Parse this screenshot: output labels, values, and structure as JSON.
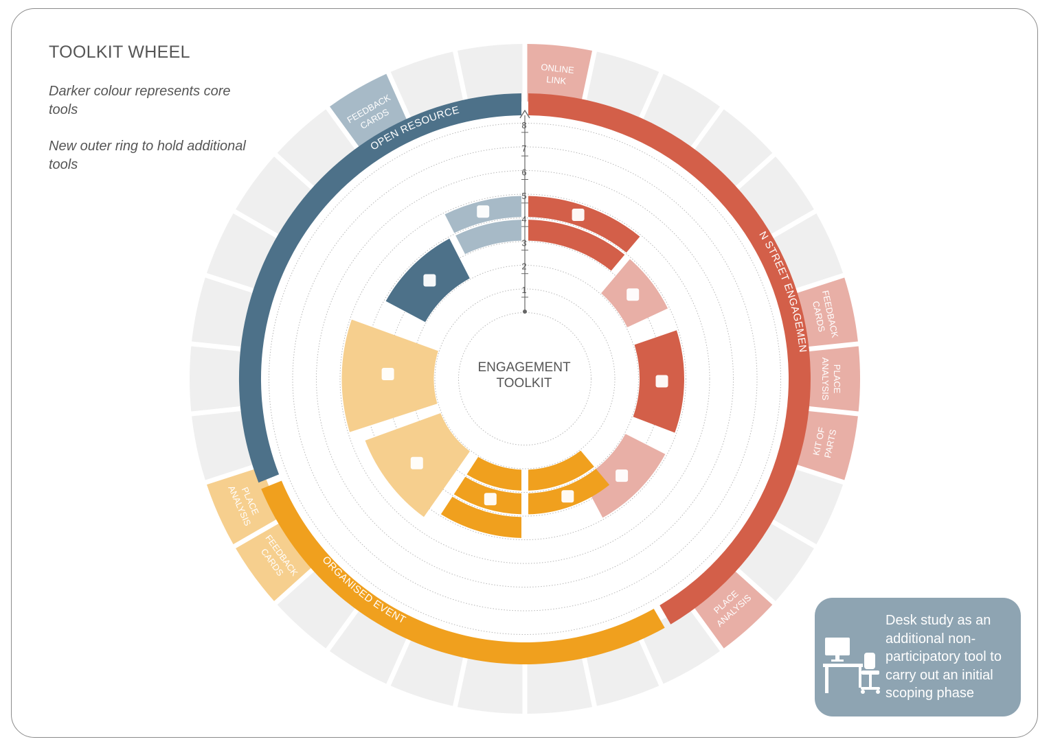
{
  "title": "TOOLKIT WHEEL",
  "notes": {
    "core": "Darker colour represents core tools",
    "outer_ring": "New outer ring to hold additional tools"
  },
  "center": {
    "line1": "ENGAGEMENT",
    "line2": "TOOLKIT"
  },
  "axis": {
    "ticks": [
      "1",
      "2",
      "3",
      "4",
      "5",
      "6",
      "7",
      "8"
    ]
  },
  "categories": [
    {
      "id": "online",
      "label": "OPEN RESOURCE",
      "core_color": "#4d7189",
      "light_color": "#a7bac7"
    },
    {
      "id": "street",
      "label": "ON STREET ENGAGEMENT",
      "core_color": "#d35f49",
      "light_color": "#e8afa6"
    },
    {
      "id": "events",
      "label": "ORGANISED EVENTS",
      "core_color": "#f0a01e",
      "light_color": "#f6cf8e"
    }
  ],
  "outer_tools": [
    {
      "id": "online-link",
      "lines": [
        "ONLINE",
        "LINK"
      ],
      "color": "#e8afa6"
    },
    {
      "id": "feedback-cards-open",
      "lines": [
        "FEEDBACK",
        "CARDS"
      ],
      "color": "#a7bac7"
    },
    {
      "id": "feedback-cards-street",
      "lines": [
        "FEEDBACK",
        "CARDS"
      ],
      "color": "#e8afa6"
    },
    {
      "id": "place-analysis-street",
      "lines": [
        "PLACE",
        "ANALYSIS"
      ],
      "color": "#e8afa6"
    },
    {
      "id": "kit-of-parts",
      "lines": [
        "KIT OF",
        "PARTS"
      ],
      "color": "#e8afa6"
    },
    {
      "id": "place-analysis-bottom",
      "lines": [
        "PLACE",
        "ANALYSIS"
      ],
      "color": "#e8afa6"
    },
    {
      "id": "place-analysis-events",
      "lines": [
        "PLACE",
        "ANALYSIS"
      ],
      "color": "#f6cf8e"
    },
    {
      "id": "feedback-cards-events",
      "lines": [
        "FEEDBACK",
        "CARDS"
      ],
      "color": "#f6cf8e"
    }
  ],
  "colors": {
    "outer_empty": "#efefef",
    "dotted_ring": "#b5b5b5"
  },
  "desk_study": {
    "text": "Desk study as an additional non-participatory tool to carry out an initial scoping phase",
    "icon": "desk-computer-icon",
    "color": "#8ea4b2"
  }
}
